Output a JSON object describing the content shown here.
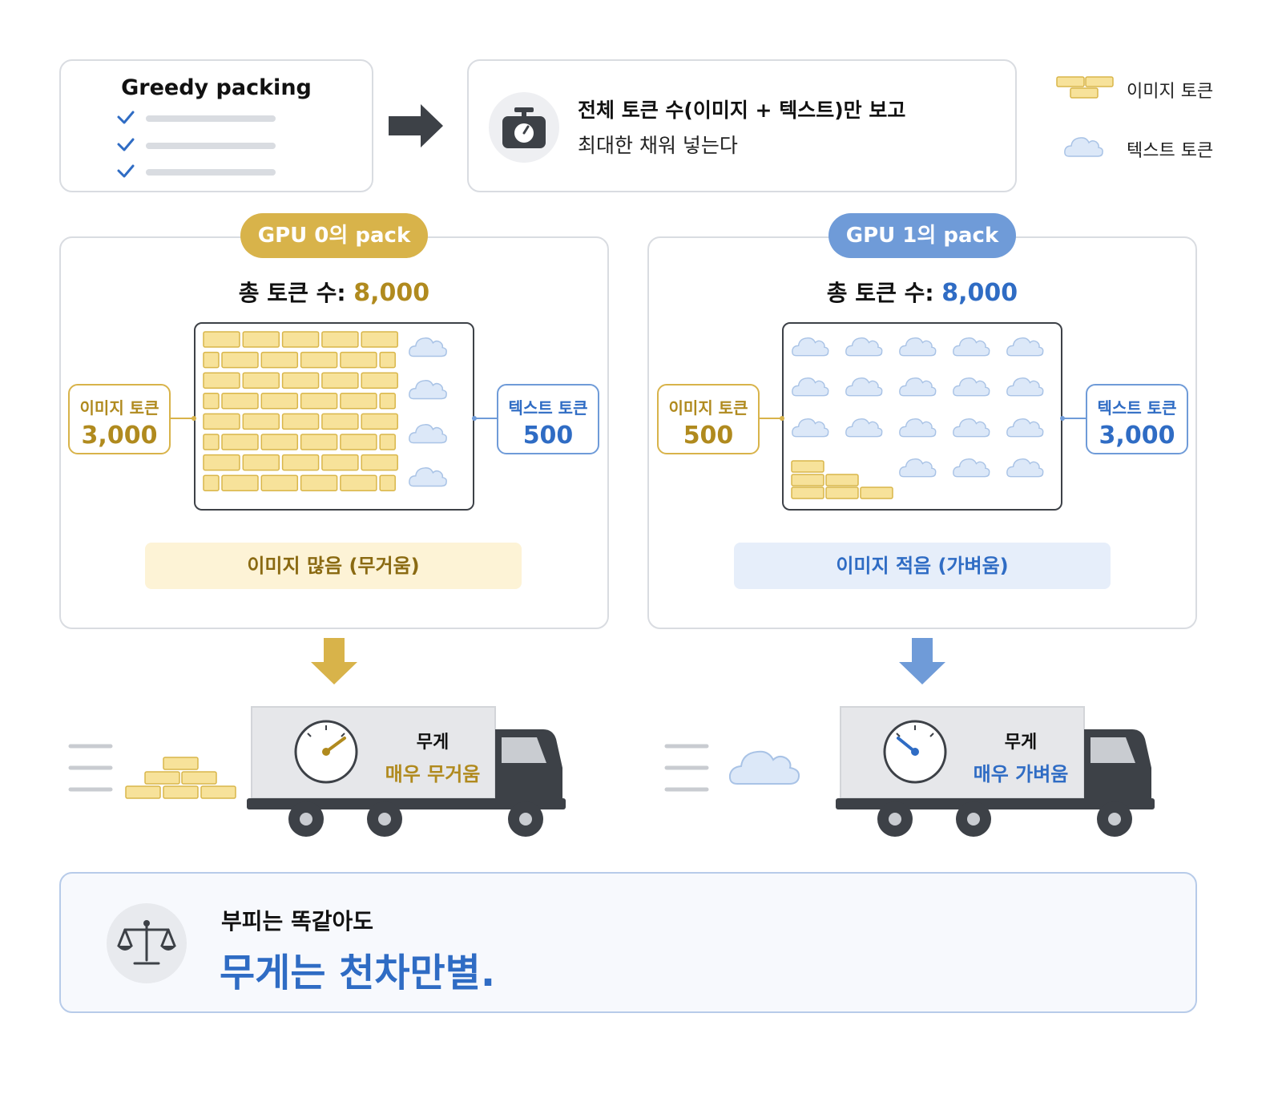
{
  "greedy": {
    "title": "Greedy packing"
  },
  "rule": {
    "line1": "전체 토큰 수(이미지 + 텍스트)만 보고",
    "line2": "최대한 채워 넣는다"
  },
  "legend": {
    "image_label": "이미지 토큰",
    "text_label": "텍스트 토큰"
  },
  "gpu0": {
    "pill": "GPU 0의 pack",
    "total_label": "총 토큰 수:",
    "total_value": "8,000",
    "left_tag_label": "이미지 토큰",
    "left_tag_value": "3,000",
    "right_tag_label": "텍스트 토큰",
    "right_tag_value": "500",
    "verdict": "이미지 많음 (무거움)",
    "weight_label": "무게",
    "weight_value": "매우 무거움"
  },
  "gpu1": {
    "pill": "GPU 1의 pack",
    "total_label": "총 토큰 수:",
    "total_value": "8,000",
    "left_tag_label": "이미지 토큰",
    "left_tag_value": "500",
    "right_tag_label": "텍스트 토큰",
    "right_tag_value": "3,000",
    "verdict": "이미지 적음 (가벼움)",
    "weight_label": "무게",
    "weight_value": "매우 가벼움"
  },
  "conclusion": {
    "line1": "부피는 똑같아도",
    "line2": "무게는 천차만별."
  },
  "colors": {
    "gold": "#d8b34a",
    "gold_text": "#b08a1e",
    "blue": "#6f9bd8",
    "blue_text": "#2f6cc4",
    "brick_fill": "#f7e29a",
    "brick_stroke": "#d9b64a",
    "cloud_fill": "#dce8f8",
    "cloud_stroke": "#a9c3e6",
    "truck_dark": "#3d4147",
    "truck_box": "#e6e7ea"
  },
  "icons": [
    "check-icon",
    "arrow-right-icon",
    "scale-icon",
    "brick-icon",
    "cloud-icon",
    "arrow-down-icon",
    "gauge-icon",
    "truck-icon",
    "balance-scale-icon"
  ]
}
